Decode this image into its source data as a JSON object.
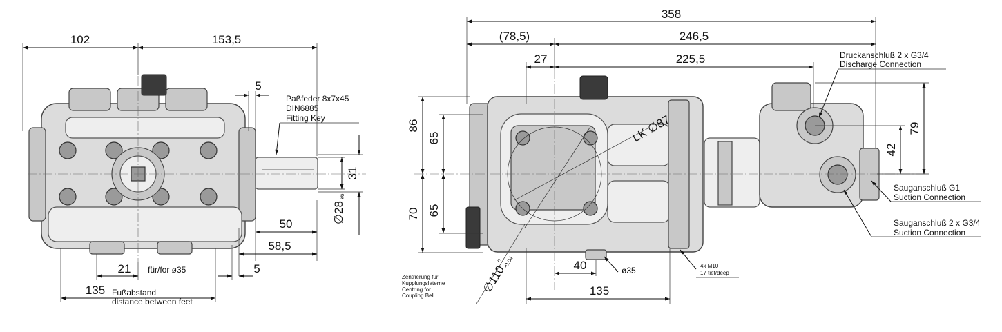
{
  "left_view": {
    "dim_102": "102",
    "dim_153_5": "153,5",
    "dim_5_top": "5",
    "key_note": [
      "Paßfeder 8x7x45",
      "DIN6885",
      "Fitting Key"
    ],
    "dim_31": "31",
    "dim_28_sym": "∅",
    "dim_28": "28",
    "dim_28_tol": "k6",
    "dim_50": "50",
    "dim_58_5": "58,5",
    "dim_21": "21",
    "fuer_for": "für/for ø35",
    "dim_5_bottom": "5",
    "dim_135": "135",
    "feet_note": [
      "Fußabstand",
      "distance between feet"
    ]
  },
  "right_view": {
    "dim_358": "358",
    "dim_78_5": "(78,5)",
    "dim_246_5": "246,5",
    "dim_27": "27",
    "dim_225_5": "225,5",
    "discharge_note": [
      "Druckanschluß 2 x G3/4",
      "Discharge Connection"
    ],
    "dim_86": "86",
    "dim_65_top": "65",
    "dim_70": "70",
    "dim_65_bottom": "65",
    "lk": "LK ∅87",
    "dim_79": "79",
    "dim_42": "42",
    "suction_g1": [
      "Sauganschluß G1",
      "Suction Connection"
    ],
    "suction_g34": [
      "Sauganschluß 2 x G3/4",
      "Suction Connection"
    ],
    "centring_note": [
      "Zentrierung für",
      "Kupplungslaterne",
      "Centring for",
      "Coupling Bell"
    ],
    "dim_110_sym": "∅",
    "dim_110": "110",
    "dim_110_upper": "0",
    "dim_110_lower": "-0,04",
    "dim_40": "40",
    "dim_35": "ø35",
    "m10_note": [
      "4x M10",
      "17 tief/deep"
    ],
    "dim_135": "135"
  }
}
